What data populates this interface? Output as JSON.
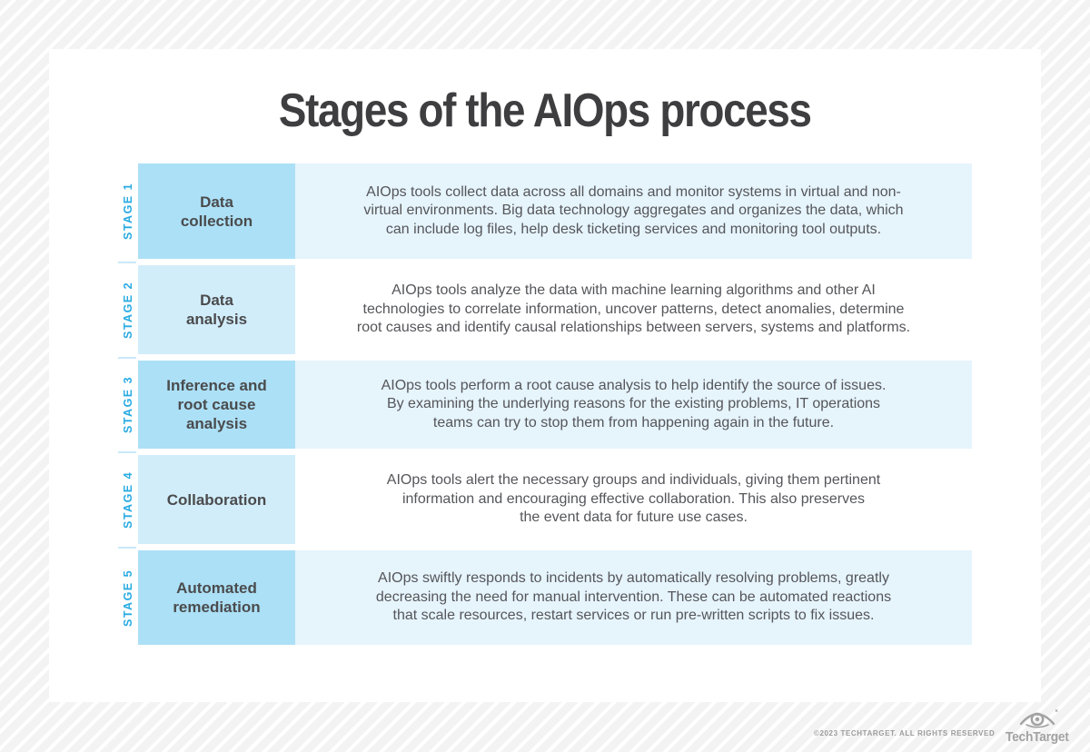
{
  "page": {
    "title": "Stages of the AIOps process"
  },
  "table": {
    "rows": [
      {
        "stage_label": "STAGE 1",
        "name": "Data\ncollection",
        "description": "AIOps tools collect data across all domains and monitor systems in virtual and non-\nvirtual environments. Big data technology aggregates and organizes the data, which\ncan include log files, help desk ticketing services and monitoring tool outputs."
      },
      {
        "stage_label": "STAGE 2",
        "name": "Data\nanalysis",
        "description": "AIOps tools analyze the data with machine learning algorithms and other AI\ntechnologies to correlate information, uncover patterns, detect anomalies, determine\nroot causes and identify causal relationships between servers, systems and platforms."
      },
      {
        "stage_label": "STAGE 3",
        "name": "Inference and\nroot cause\nanalysis",
        "description": "AIOps tools perform a root cause analysis to help identify the source of issues.\nBy examining the underlying reasons for the existing problems, IT operations\nteams can try to stop them from happening again in the future."
      },
      {
        "stage_label": "STAGE 4",
        "name": "Collaboration",
        "description": "AIOps tools alert the necessary groups and individuals, giving them pertinent\ninformation and encouraging effective collaboration. This also preserves\nthe event data for future use cases."
      },
      {
        "stage_label": "STAGE 5",
        "name": "Automated\nremediation",
        "description": "AIOps swiftly responds to incidents by automatically resolving problems, greatly\ndecreasing the need for manual intervention. These can be automated reactions\nthat scale resources, restart services or run pre-written scripts to fix issues."
      }
    ]
  },
  "footer": {
    "copyright": "©2023 TECHTARGET. ALL RIGHTS RESERVED",
    "brand": "TechTarget"
  },
  "colors": {
    "accent_blue": "#29abe2",
    "cell_blue_dark": "#ace0f6",
    "cell_blue_light": "#d2edfa",
    "desc_blue_tint": "#e6f4fc",
    "title_gray": "#3e3e40",
    "body_gray": "#55565a",
    "footer_gray": "#9b9b9b"
  }
}
